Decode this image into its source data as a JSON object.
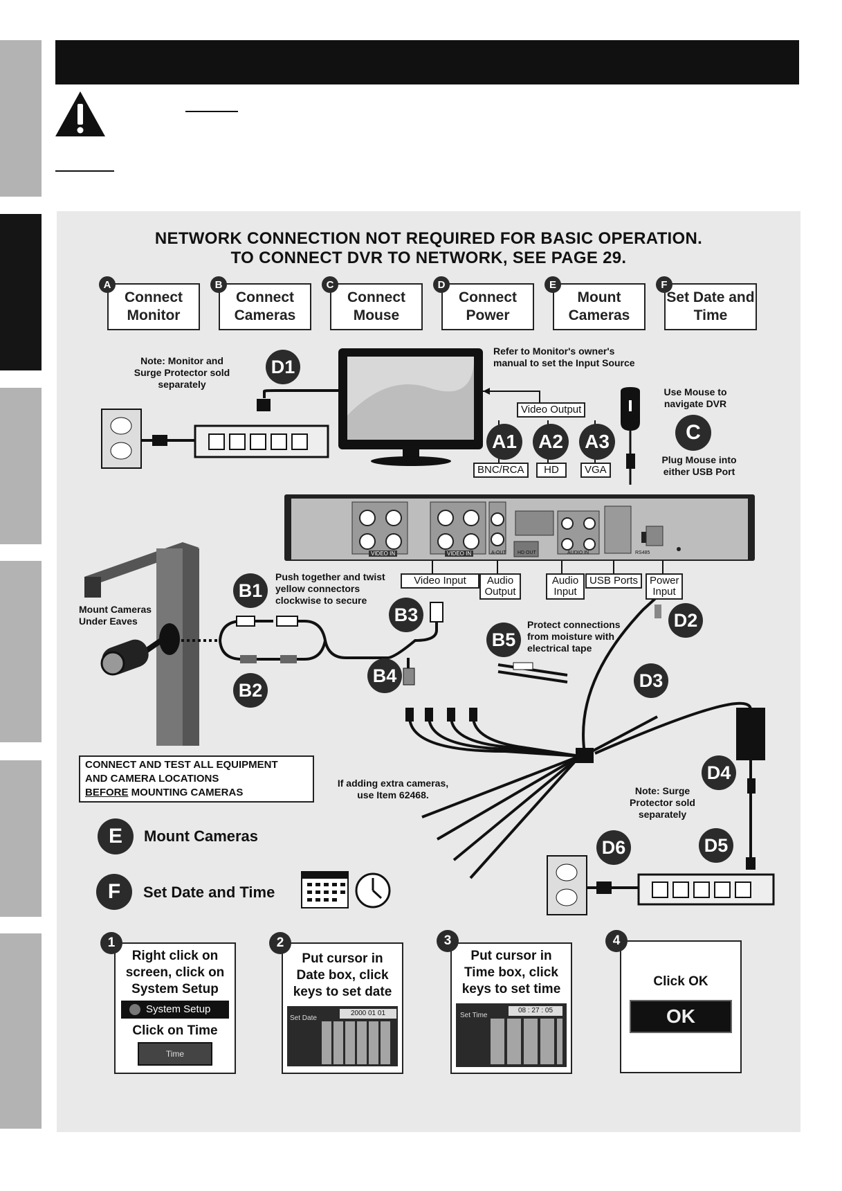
{
  "heading": {
    "line1": "NETWORK CONNECTION NOT REQUIRED FOR BASIC OPERATION.",
    "line2": "TO CONNECT DVR TO NETWORK, SEE PAGE 29."
  },
  "steps": [
    {
      "letter": "A",
      "label": "Connect Monitor"
    },
    {
      "letter": "B",
      "label": "Connect Cameras"
    },
    {
      "letter": "C",
      "label": "Connect Mouse"
    },
    {
      "letter": "D",
      "label": "Connect Power"
    },
    {
      "letter": "E",
      "label": "Mount Cameras"
    },
    {
      "letter": "F",
      "label": "Set Date and Time"
    }
  ],
  "notes": {
    "monitor_note": "Note: Monitor and Surge Protector sold separately",
    "monitor_manual": "Refer to Monitor's owner's manual to set the Input Source",
    "mouse_use": "Use Mouse to navigate DVR",
    "mouse_plug": "Plug Mouse into either USB Port",
    "push_together": "Push together and twist yellow connectors clockwise to secure",
    "mount_eaves": "Mount Cameras Under Eaves",
    "protect": "Protect connections from moisture with electrical tape",
    "extra_cameras": "If adding extra cameras, use Item 62468.",
    "surge_note": "Note: Surge Protector sold separately"
  },
  "callouts": [
    "D1",
    "A1",
    "A2",
    "A3",
    "C",
    "B1",
    "B2",
    "B3",
    "B4",
    "B5",
    "D2",
    "D3",
    "D4",
    "D5",
    "D6"
  ],
  "port_labels": {
    "video_output": "Video Output",
    "bnc_rca": "BNC/RCA",
    "hd": "HD",
    "vga": "VGA",
    "video_input": "Video Input",
    "audio_output": "Audio Output",
    "audio_input": "Audio Input",
    "usb_ports": "USB Ports",
    "power_input": "Power Input"
  },
  "dvr_markings": {
    "video_in": "VIDEO IN",
    "a_out": "A-OUT",
    "hd_out": "HD OUT",
    "audio_in": "AUDIO IN",
    "rs485": "RS485"
  },
  "warning_box": {
    "line1": "CONNECT AND TEST ALL EQUIPMENT",
    "line2": "AND CAMERA LOCATIONS",
    "before": "BEFORE",
    "line3_rest": " MOUNTING CAMERAS"
  },
  "sections": {
    "mount_letter": "E",
    "mount_label": "Mount Cameras",
    "date_letter": "F",
    "date_label": "Set Date and Time"
  },
  "instructions": [
    {
      "num": "1",
      "text": "Right click on screen, click on System Setup",
      "button": "System Setup",
      "sub": "Click on Time",
      "sub_button": "Time"
    },
    {
      "num": "2",
      "text": "Put cursor in Date box, click keys to set date",
      "field_label": "Set Date",
      "field_value": "2000 01 01"
    },
    {
      "num": "3",
      "text": "Put cursor in Time box, click keys to set time",
      "field_label": "Set Time",
      "field_value": "08 : 27 : 05"
    },
    {
      "num": "4",
      "text": "Click OK",
      "button": "OK"
    }
  ]
}
